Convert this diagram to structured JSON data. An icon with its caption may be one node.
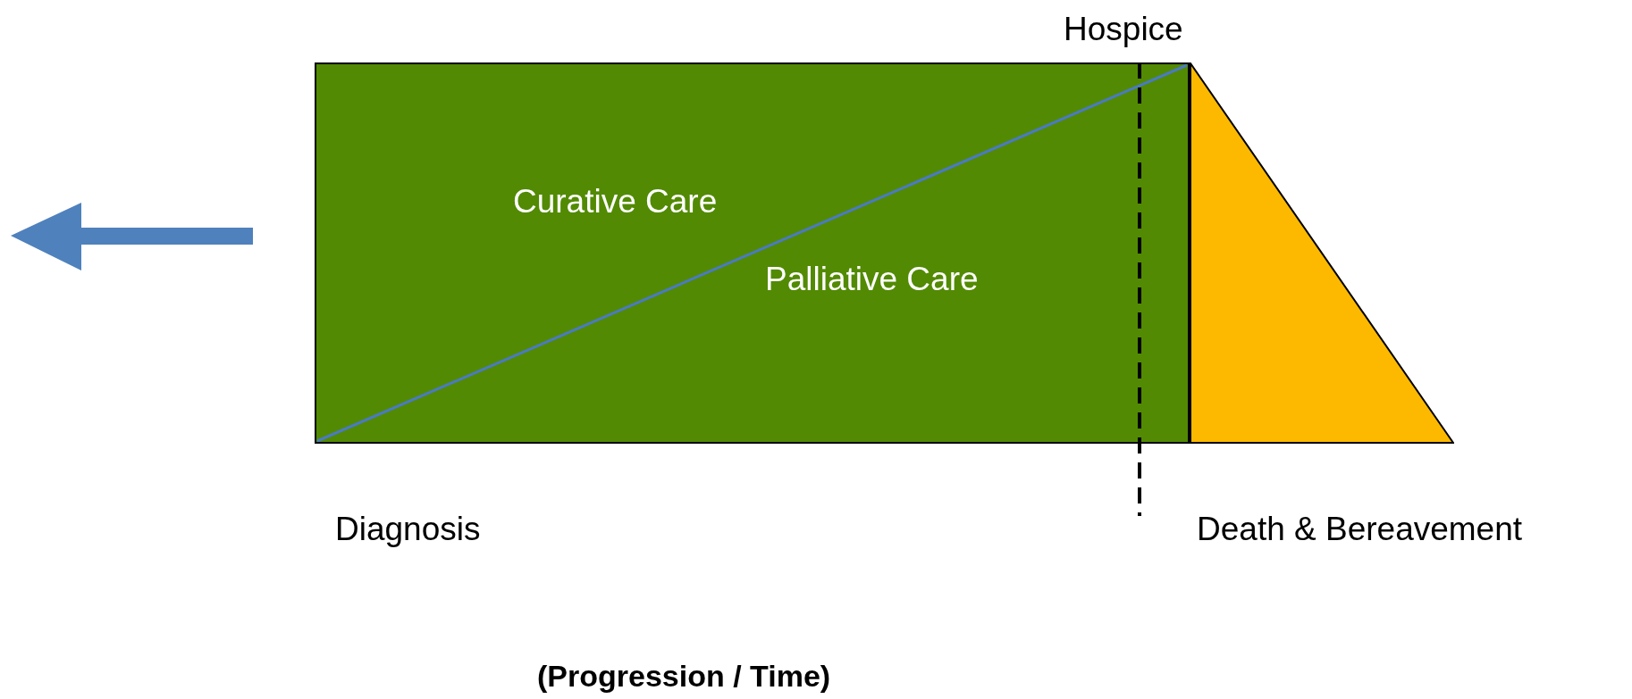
{
  "diagram": {
    "caption": "(Progression / Time)",
    "nodes": [
      {
        "text": [
          "Curative Care",
          "Palliative Care"
        ]
      },
      {
        "text": [],
        "shape": "triangle"
      }
    ],
    "labels": [
      "Hospice",
      "Diagnosis",
      "Death & Bereavement"
    ]
  }
}
